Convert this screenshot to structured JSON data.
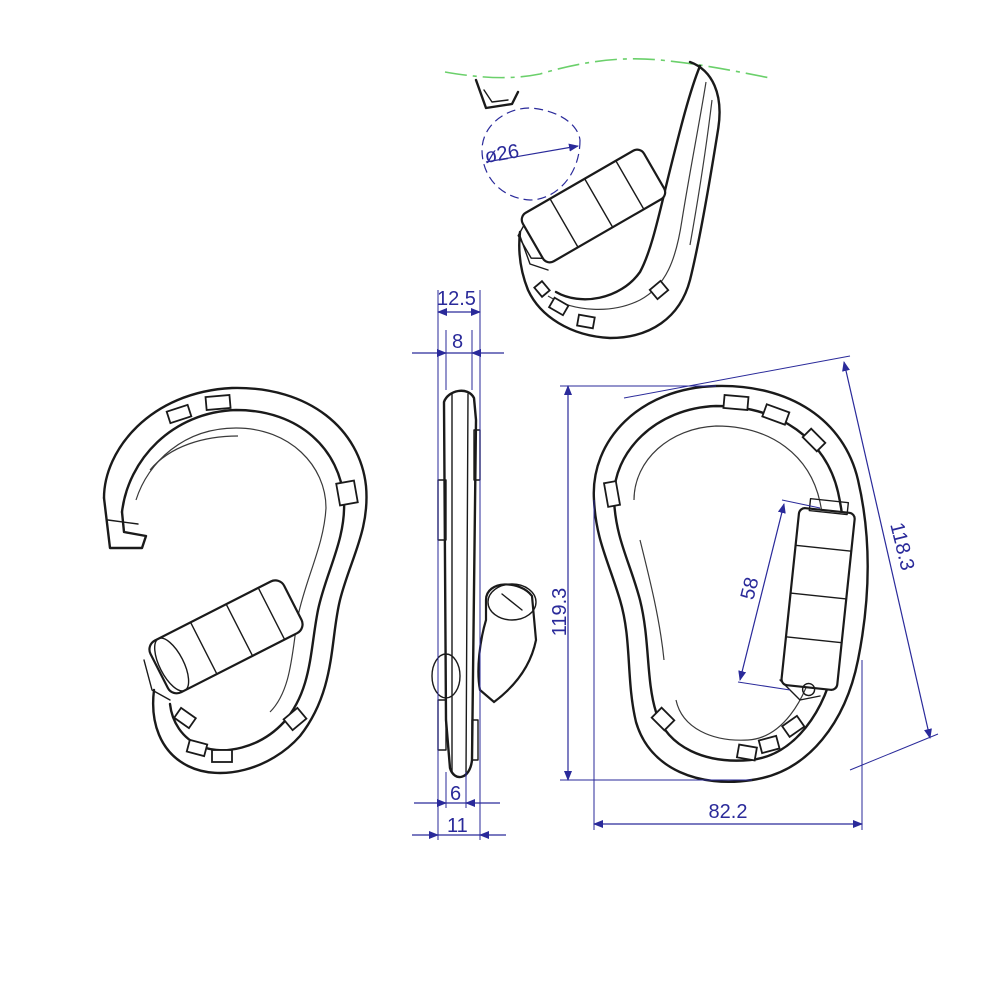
{
  "drawing": {
    "dimensions": {
      "hole_diameter": "ø26",
      "width_top": "12.5",
      "width_top_inner": "8",
      "width_bottom_inner": "6",
      "width_bottom": "11",
      "height": "119.3",
      "diagonal_length": "118.3",
      "gate_length": "58",
      "overall_width": "82.2"
    },
    "colors": {
      "outline": "#1a1a1a",
      "dimension": "#2a2a9a",
      "construction": "#6bd06b"
    }
  }
}
